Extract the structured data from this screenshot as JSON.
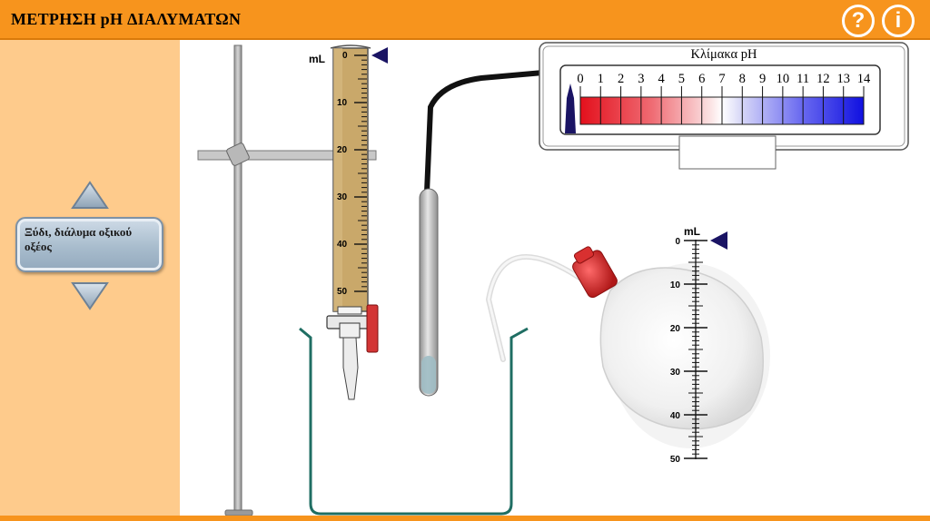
{
  "app": {
    "title": "ΜΕΤΡΗΣΗ pH ΔΙΑΛΥΜΑΤΩΝ"
  },
  "header": {
    "help_icon": "question-circle-icon",
    "info_icon": "info-circle-icon",
    "help_glyph": "?",
    "info_glyph": "i"
  },
  "sidebar": {
    "up_icon": "triangle-up-icon",
    "down_icon": "triangle-down-icon",
    "selected_solution": "Ξύδι, διάλυμα οξικού οξέος"
  },
  "burette": {
    "unit": "mL",
    "ticks": [
      "0",
      "10",
      "20",
      "30",
      "40",
      "50"
    ],
    "level": 0
  },
  "ph_meter": {
    "title": "Κλίμακα pH",
    "scale": [
      "0",
      "1",
      "2",
      "3",
      "4",
      "5",
      "6",
      "7",
      "8",
      "9",
      "10",
      "11",
      "12",
      "13",
      "14"
    ],
    "reading": "",
    "indicator": 0
  },
  "wash_bottle": {
    "unit": "mL",
    "ticks": [
      "0",
      "10",
      "20",
      "30",
      "40",
      "50"
    ],
    "level": 0
  },
  "colors": {
    "header": "#f7941d",
    "sidebar": "#fecb8c",
    "acid": "#e8222e",
    "base": "#2233dd",
    "marker": "#1a1464",
    "beaker": "#1f6e63"
  }
}
